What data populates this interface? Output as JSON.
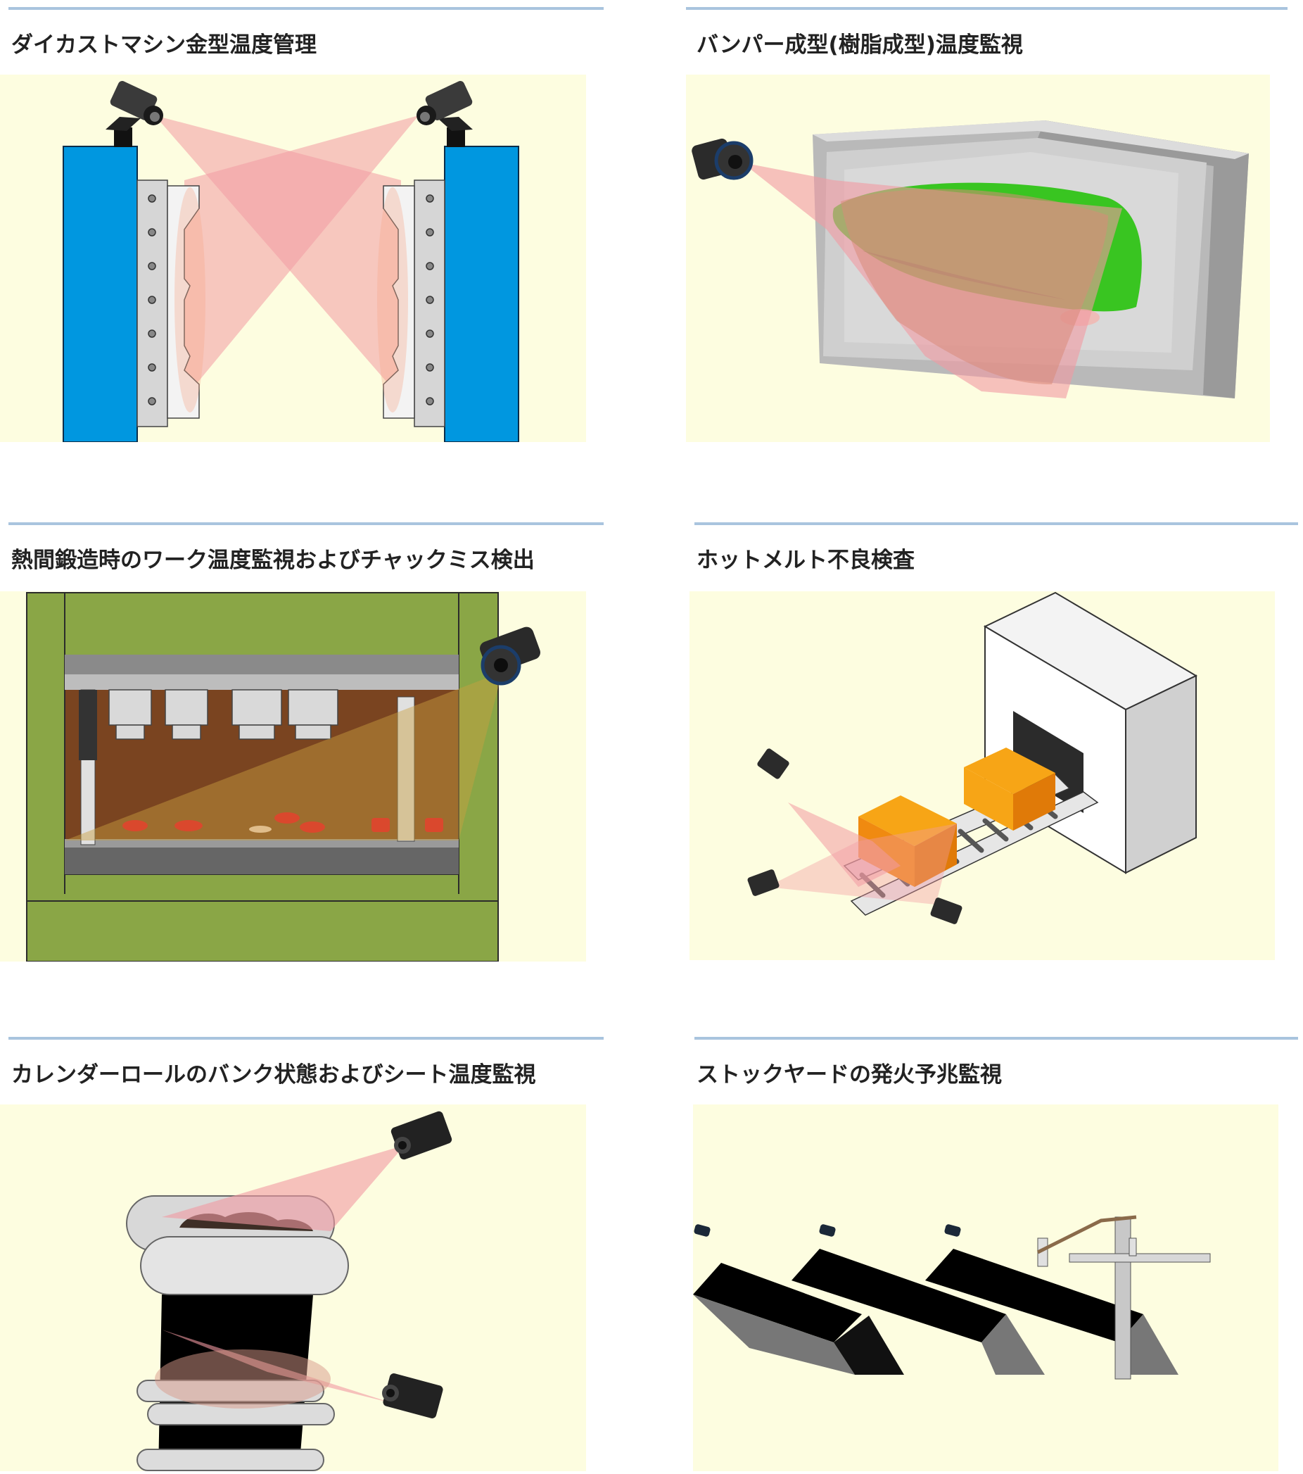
{
  "colors": {
    "panel_bg": "#fdfde0",
    "title_rule": "#a9c4de",
    "title_text": "#222222",
    "mold_blue": "#0097e0",
    "beam_pink": "#f29aa2",
    "press_green": "#8aa646",
    "box_orange": "#f6a20c",
    "bumper_green": "#39c521"
  },
  "cards": [
    {
      "title": "ダイカストマシン金型温度管理",
      "illustration": "die-casting-mold-thermal-cameras"
    },
    {
      "title": "バンパー成型(樹脂成型)温度監視",
      "illustration": "bumper-resin-mold-thermal-camera"
    },
    {
      "title": "熱間鍛造時のワーク温度監視およびチャックミス検出",
      "illustration": "hot-forging-press-thermal-camera"
    },
    {
      "title": "ホットメルト不良検査",
      "illustration": "hot-melt-conveyor-thermal-cameras"
    },
    {
      "title": "カレンダーロールのバンク状態およびシート温度監視",
      "illustration": "calender-roll-thermal-cameras"
    },
    {
      "title": "ストックヤードの発火予兆監視",
      "illustration": "stockyard-fire-watch-cameras"
    }
  ]
}
